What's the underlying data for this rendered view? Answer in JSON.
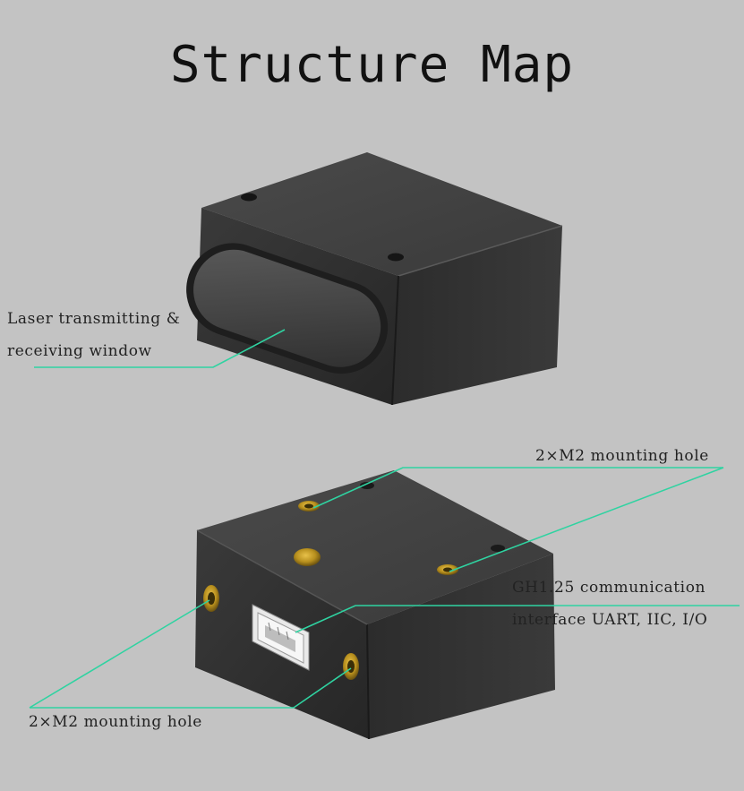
{
  "title": "Structure Map",
  "labels": {
    "window_line1": "Laser transmitting &",
    "window_line2": "receiving window",
    "top_mount": "2×M2 mounting hole",
    "comm_line1": "GH1.25 communication",
    "comm_line2": "interface UART, IIC, I/O",
    "bottom_mount": "2×M2 mounting hole"
  },
  "colors": {
    "background": "#c3c3c3",
    "leader_line": "#2fd3a1",
    "module_body": "#2f2f2f"
  }
}
